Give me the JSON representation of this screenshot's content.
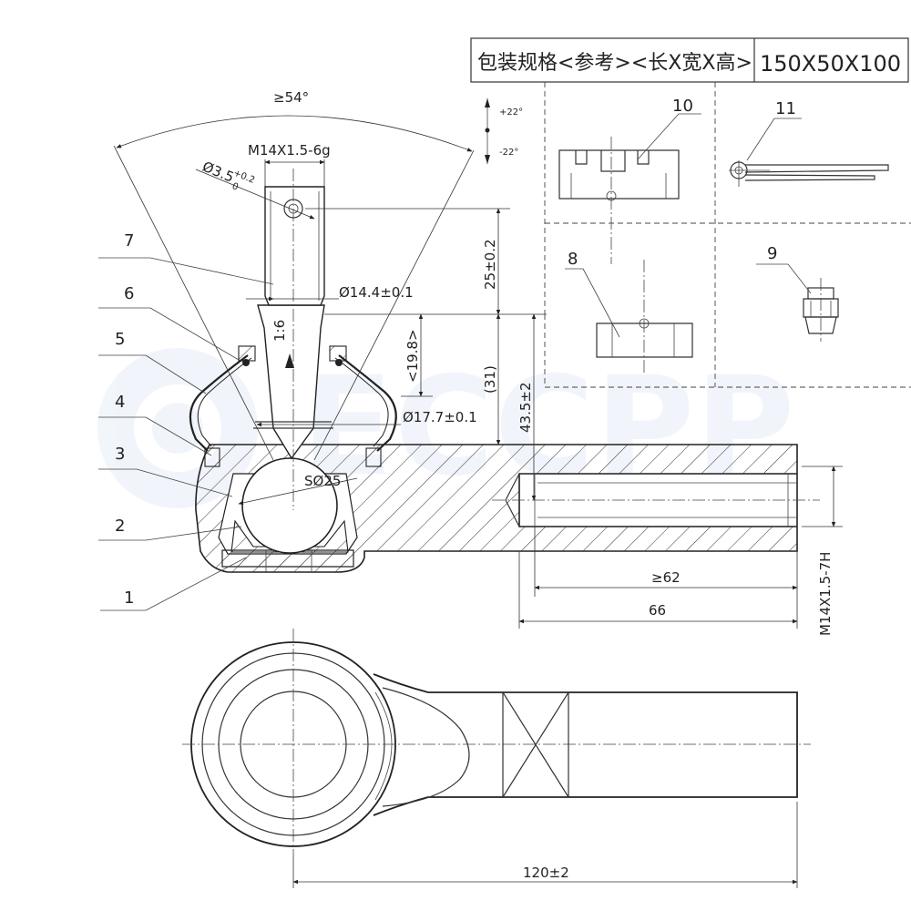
{
  "watermark": "ECCPP",
  "spec_table": {
    "label": "包装规格<参考><长X宽X高>",
    "value": "150X50X100"
  },
  "dimensions": {
    "angle": "≥54°",
    "thread_stud": "M14X1.5-6g",
    "hole_dia": "Ø3.5",
    "hole_tol_upper": "+0.2",
    "hole_tol_lower": "0",
    "dia_14_4": "Ø14.4±0.1",
    "dia_17_7": "Ø17.7±0.1",
    "taper": "1:6",
    "len_25": "25±0.2",
    "len_19_8": "<19.8>",
    "len_31": "(31)",
    "len_43_5": "43.5±2",
    "ball": "SØ25",
    "min_62": "≥62",
    "len_66": "66",
    "thread_internal": "M14X1.5-7H",
    "len_120": "120±2",
    "swing_plus": "+22°",
    "swing_minus": "-22°"
  },
  "part_numbers": {
    "p1": "1",
    "p2": "2",
    "p3": "3",
    "p4": "4",
    "p5": "5",
    "p6": "6",
    "p7": "7",
    "p8": "8",
    "p9": "9",
    "p10": "10",
    "p11": "11"
  }
}
